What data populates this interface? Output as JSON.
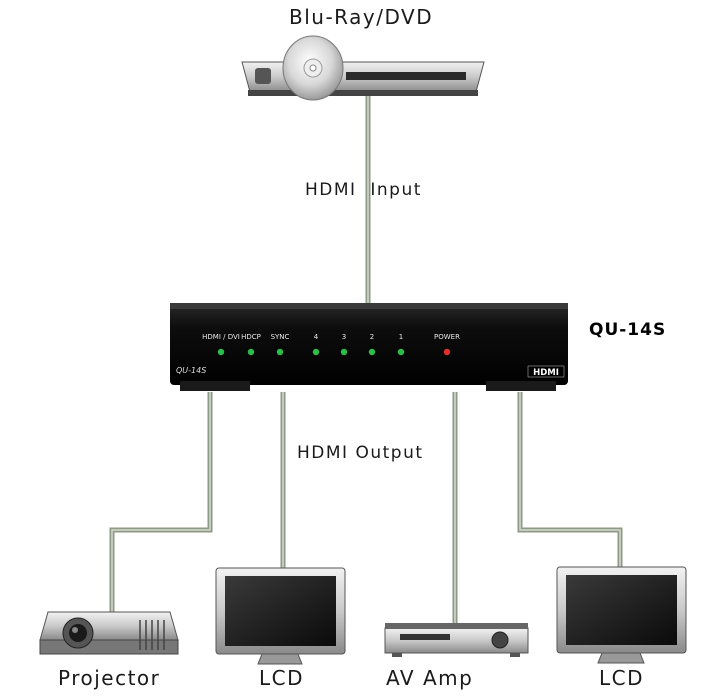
{
  "source": {
    "label": "Blu-Ray/DVD",
    "icon": "dvd-player-icon"
  },
  "connections": {
    "input_label": "HDMI  Input",
    "output_label": "HDMI Output",
    "cable_color": "#8f9a86"
  },
  "device": {
    "model_label": "QU-14S",
    "front_model": "QU-14S",
    "brand_logo": "HDMI",
    "indicators": [
      {
        "label": "HDMI / DVI",
        "color": "#2dbd4a"
      },
      {
        "label": "HDCP",
        "color": "#2dbd4a"
      },
      {
        "label": "SYNC",
        "color": "#2dbd4a"
      },
      {
        "label": "4",
        "color": "#2dbd4a"
      },
      {
        "label": "3",
        "color": "#2dbd4a"
      },
      {
        "label": "2",
        "color": "#2dbd4a"
      },
      {
        "label": "1",
        "color": "#2dbd4a"
      },
      {
        "label": "POWER",
        "color": "#e0302a"
      }
    ]
  },
  "outputs": [
    {
      "label": "Projector",
      "icon": "projector-icon"
    },
    {
      "label": "LCD",
      "icon": "lcd-monitor-icon"
    },
    {
      "label": "AV Amp",
      "icon": "av-amplifier-icon"
    },
    {
      "label": "LCD",
      "icon": "lcd-monitor-icon"
    }
  ]
}
